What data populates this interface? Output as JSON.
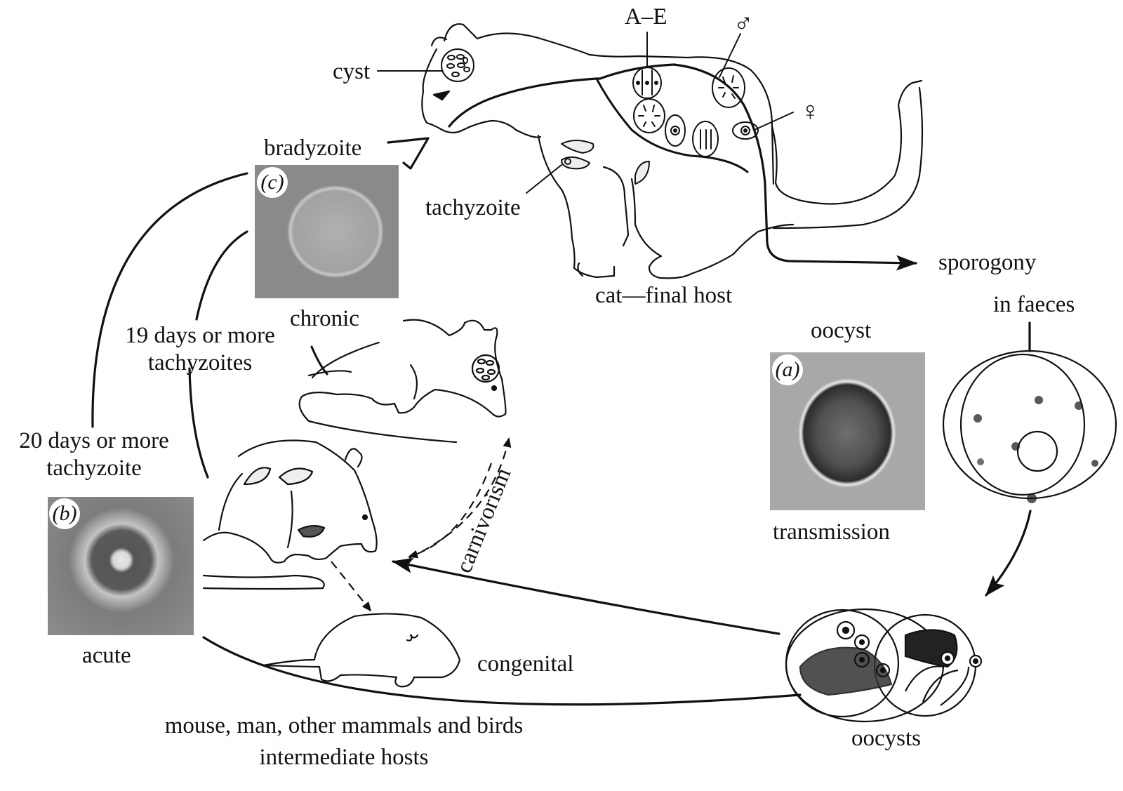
{
  "title": "Toxoplasma gondii life cycle",
  "colors": {
    "ink": "#111111",
    "background": "#ffffff",
    "photo_gray": "#9a9a9a"
  },
  "labels": {
    "cyst": "cyst",
    "a_e": "A–E",
    "male": "♂",
    "female": "♀",
    "bradyzoite": "bradyzoite",
    "tachyzoite": "tachyzoite",
    "cat_host": "cat—final host",
    "sporogony": "sporogony",
    "in_faeces": "in faeces",
    "oocyst": "oocyst",
    "transmission": "transmission",
    "oocysts": "oocysts",
    "chronic": "chronic",
    "days19_line1": "19 days or more",
    "days19_line2": "tachyzoites",
    "days20_line1": "20 days or more",
    "days20_line2": "tachyzoite",
    "acute": "acute",
    "carnivorism": "carnivorism",
    "congenital": "congenital",
    "hosts_line1": "mouse, man, other mammals and birds",
    "hosts_line2": "intermediate hosts"
  },
  "panels": {
    "a": "(a)",
    "b": "(b)",
    "c": "(c)"
  },
  "nodes": [
    {
      "id": "cat",
      "name": "cat—final host"
    },
    {
      "id": "oocyst-faeces",
      "name": "unsporulated oocyst in faeces"
    },
    {
      "id": "oocysts-sporulated",
      "name": "sporulated oocysts"
    },
    {
      "id": "mouse-acute",
      "name": "acute mouse (tachyzoites)"
    },
    {
      "id": "mouse-chronic",
      "name": "chronic mouse (cyst)"
    },
    {
      "id": "newborn",
      "name": "congenital newborn"
    }
  ],
  "edges": [
    {
      "from": "cat",
      "to": "oocyst-faeces",
      "label": "sporogony"
    },
    {
      "from": "oocyst-faeces",
      "to": "oocysts-sporulated",
      "label": "in faeces"
    },
    {
      "from": "oocysts-sporulated",
      "to": "mouse-acute",
      "label": "transmission"
    },
    {
      "from": "oocysts-sporulated",
      "to": "mouse-acute",
      "label": "mouse, man, other mammals and birds"
    },
    {
      "from": "mouse-acute",
      "to": "mouse-chronic",
      "label": "carnivorism"
    },
    {
      "from": "mouse-acute",
      "to": "newborn",
      "label": "congenital"
    },
    {
      "from": "mouse-acute",
      "to": "cat",
      "label": "20 days or more tachyzoite"
    },
    {
      "from": "mouse-chronic",
      "to": "cat",
      "label": "19 days or more tachyzoites"
    }
  ]
}
